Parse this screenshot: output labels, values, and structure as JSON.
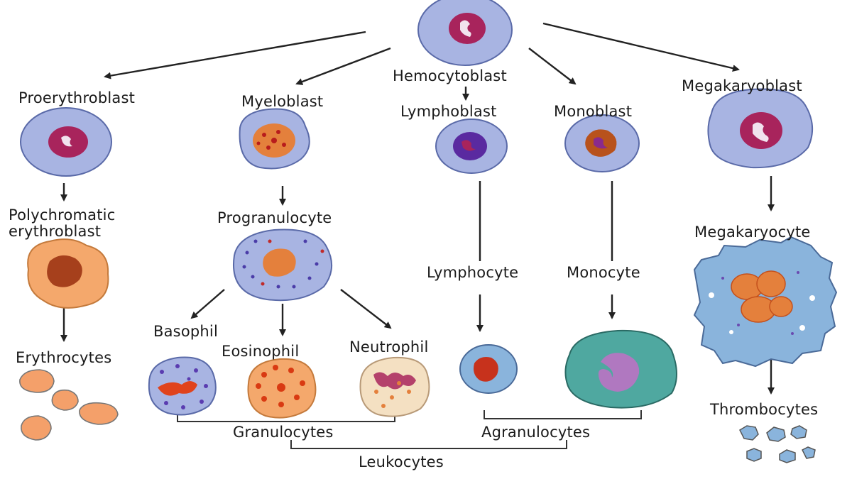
{
  "diagram": {
    "root": "Hemocytoblast",
    "lineages": {
      "erythroid": {
        "blast": "Proerythroblast",
        "intermediate": "Polychromatic erythroblast",
        "mature": "Erythrocytes"
      },
      "myeloid": {
        "blast": "Myeloblast",
        "intermediate": "Progranulocyte",
        "mature": [
          "Basophil",
          "Eosinophil",
          "Neutrophil"
        ]
      },
      "lymphoid": {
        "blast": "Lymphoblast",
        "mature": "Lymphocyte"
      },
      "monocytic": {
        "blast": "Monoblast",
        "mature": "Monocyte"
      },
      "megakaryocytic": {
        "blast": "Megakaryoblast",
        "intermediate": "Megakaryocyte",
        "mature": "Thrombocytes"
      }
    },
    "groups": {
      "granulocytes": "Granulocytes",
      "agranulocytes": "Agranulocytes",
      "leukocytes": "Leukocytes"
    },
    "colors": {
      "blast_cytoplasm": "#a8b4e2",
      "blast_nucleus": "#a8245c",
      "erythroblast": "#f4a86c",
      "erythroblast_nucleus": "#a6401c",
      "eosinophil_granule": "#d93a12",
      "basophil_granule": "#5a3cb0",
      "monocyte_cytoplasm": "#4fa8a0",
      "monocyte_nucleus": "#b078c0",
      "megakaryocyte": "#8ab4dc",
      "line": "#222222"
    }
  }
}
